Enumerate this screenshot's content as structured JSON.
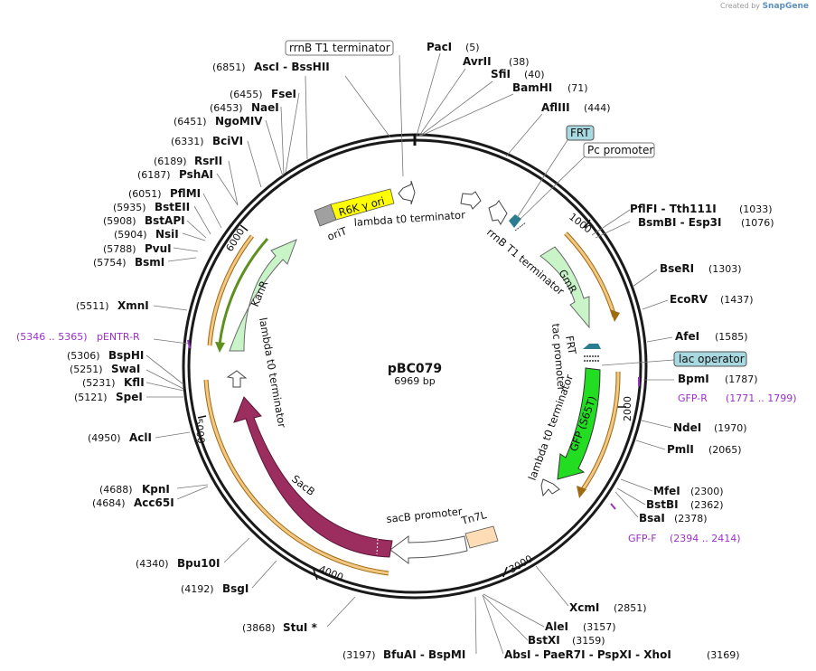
{
  "credit": {
    "prefix": "Created by",
    "brand": "SnapGene"
  },
  "plasmid": {
    "name": "pBC079",
    "size_label": "6969 bp"
  },
  "ticks": [
    "1000",
    "2000",
    "3000",
    "4000",
    "5000",
    "6000"
  ],
  "enzymes": {
    "pacI": "PacI",
    "pacI_pos": "(5)",
    "avrII": "AvrII",
    "avrII_pos": "(38)",
    "sfiI": "SfiI",
    "sfiI_pos": "(40)",
    "bamHI": "BamHI",
    "bamHI_pos": "(71)",
    "aflIII": "AflIII",
    "aflIII_pos": "(444)",
    "pflFI": "PflFI  -  Tth111I",
    "pflFI_pos": "(1033)",
    "bsmBI": "BsmBI  -  Esp3I",
    "bsmBI_pos": "(1076)",
    "bseRI": "BseRI",
    "bseRI_pos": "(1303)",
    "ecoRV": "EcoRV",
    "ecoRV_pos": "(1437)",
    "afeI": "AfeI",
    "afeI_pos": "(1585)",
    "bpmI": "BpmI",
    "bpmI_pos": "(1787)",
    "ndeI": "NdeI",
    "ndeI_pos": "(1970)",
    "pmlI": "PmlI",
    "pmlI_pos": "(2065)",
    "mfeI": "MfeI",
    "mfeI_pos": "(2300)",
    "bstBI": "BstBI",
    "bstBI_pos": "(2362)",
    "bsaI": "BsaI",
    "bsaI_pos": "(2378)",
    "xcmI": "XcmI",
    "xcmI_pos": "(2851)",
    "aleI": "AleI",
    "aleI_pos": "(3157)",
    "bstXI": "BstXI",
    "bstXI_pos": "(3159)",
    "absI": "AbsI  -  PaeR7I  -  PspXI  -  XhoI",
    "absI_pos": "(3169)",
    "bfuAI": "BfuAI  -  BspMI",
    "bfuAI_pos": "(3197)",
    "stuI": "StuI *",
    "stuI_pos": "(3868)",
    "bsgI": "BsgI",
    "bsgI_pos": "(4192)",
    "bpu10I": "Bpu10I",
    "bpu10I_pos": "(4340)",
    "acc65I": "Acc65I",
    "acc65I_pos": "(4684)",
    "kpnI": "KpnI",
    "kpnI_pos": "(4688)",
    "aclI": "AclI",
    "aclI_pos": "(4950)",
    "speI": "SpeI",
    "speI_pos": "(5121)",
    "kflI": "KflI",
    "kflI_pos": "(5231)",
    "swaI": "SwaI",
    "swaI_pos": "(5251)",
    "bspHI": "BspHI",
    "bspHI_pos": "(5306)",
    "xmnI": "XmnI",
    "xmnI_pos": "(5511)",
    "bsmI": "BsmI",
    "bsmI_pos": "(5754)",
    "pvuI": "PvuI",
    "pvuI_pos": "(5788)",
    "nsiI": "NsiI",
    "nsiI_pos": "(5904)",
    "bstAPI": "BstAPI",
    "bstAPI_pos": "(5908)",
    "bstEII": "BstEII",
    "bstEII_pos": "(5935)",
    "pflMI": "PflMI",
    "pflMI_pos": "(6051)",
    "pshAI": "PshAI",
    "pshAI_pos": "(6187)",
    "rsrII": "RsrII",
    "rsrII_pos": "(6189)",
    "bciVI": "BciVI",
    "bciVI_pos": "(6331)",
    "ngoMIV": "NgoMIV",
    "ngoMIV_pos": "(6451)",
    "naeI": "NaeI",
    "naeI_pos": "(6453)",
    "fseI": "FseI",
    "fseI_pos": "(6455)",
    "ascI": "AscI  -  BssHII",
    "ascI_pos": "(6851)"
  },
  "primers": {
    "pentr_r": "pENTR-R",
    "pentr_r_range": "(5346 .. 5365)",
    "gfp_r": "GFP-R",
    "gfp_r_range": "(1771 .. 1799)",
    "gfp_f": "GFP-F",
    "gfp_f_range": "(2394 .. 2414)"
  },
  "boxed_labels": {
    "rrnb_top": "rrnB T1 terminator",
    "frt": "FRT",
    "pc_promoter": "Pc promoter",
    "lac_operator": "lac operator"
  },
  "features": {
    "r6k": "R6K γ ori",
    "orit": "oriT",
    "lambda_top": "lambda t0 terminator",
    "rrnb_right": "rrnB T1 terminator",
    "gmr": "GmR",
    "frt_inner": "FRT",
    "tac": "tac promoter",
    "lambda_right": "lambda t0 terminator",
    "gfp": "GFP (S65T)",
    "tn7l": "Tn7L",
    "sacb_prom": "sacB promoter",
    "sacb": "SacB",
    "lambda_left": "lambda t0 terminator",
    "kanr": "KanR"
  },
  "colors": {
    "backbone": "#1a1a1a",
    "orange_arc": "#e8a34a",
    "orange_outline": "#a06a10",
    "green_arc": "#5f8f1e",
    "r6k_fill": "#ffff00",
    "orit_fill": "#a0a0a0",
    "gmr_fill": "#c8f4c8",
    "kanr_fill": "#c8f4c8",
    "gfp_fill": "#22dd22",
    "sacb_fill": "#9b2d5f",
    "tn7l_fill": "#fddcb6",
    "frt_fill": "#2a7d8f",
    "box_fill": "#a8d8e0",
    "primer": "#9b30c9"
  }
}
